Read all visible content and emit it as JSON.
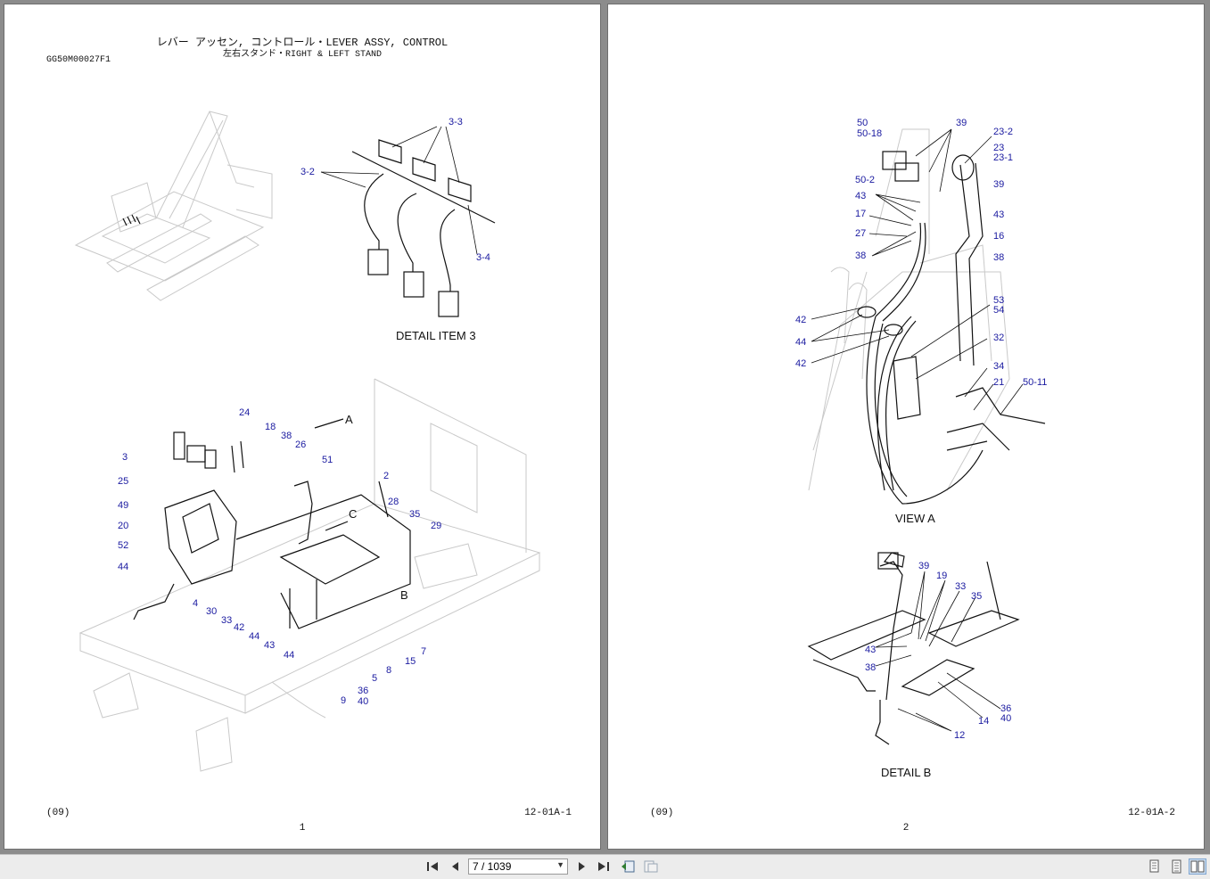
{
  "document": {
    "title_line1": "レバー アッセン, コントロール・LEVER ASSY, CONTROL",
    "title_line2": "左右スタンド・RIGHT & LEFT STAND",
    "doc_id": "GG50M00027F1"
  },
  "page1": {
    "footer_left": "(09)",
    "footer_right": "12-01A-1",
    "page_number": "1",
    "caption_detail": "DETAIL ITEM 3",
    "detail_labels": [
      "3-3",
      "3-2",
      "3-4"
    ],
    "callouts": [
      "24",
      "18",
      "38",
      "26",
      "3",
      "25",
      "49",
      "20",
      "52",
      "44",
      "51",
      "2",
      "28",
      "35",
      "29",
      "4",
      "30",
      "33",
      "42",
      "44",
      "43",
      "44",
      "9",
      "36",
      "40",
      "5",
      "8",
      "15",
      "7"
    ],
    "view_marks": [
      "A",
      "C",
      "B"
    ]
  },
  "page2": {
    "footer_left": "(09)",
    "footer_right": "12-01A-2",
    "page_number": "2",
    "caption_view": "VIEW A",
    "caption_detail": "DETAIL  B",
    "callouts_view": [
      "50",
      "50-18",
      "39",
      "23-2",
      "23",
      "23-1",
      "50-2",
      "43",
      "39",
      "17",
      "43",
      "27",
      "16",
      "38",
      "38",
      "53",
      "54",
      "42",
      "44",
      "42",
      "32",
      "34",
      "21",
      "50-11"
    ],
    "callouts_detail": [
      "39",
      "19",
      "33",
      "35",
      "43",
      "38",
      "36",
      "40",
      "14",
      "12"
    ]
  },
  "toolbar": {
    "page_indicator": "7 / 1039",
    "icons": [
      "first-page-icon",
      "prev-page-icon",
      "next-page-icon",
      "last-page-icon",
      "back-view-icon",
      "forward-view-icon",
      "single-page-icon",
      "continuous-icon",
      "two-page-icon"
    ]
  }
}
